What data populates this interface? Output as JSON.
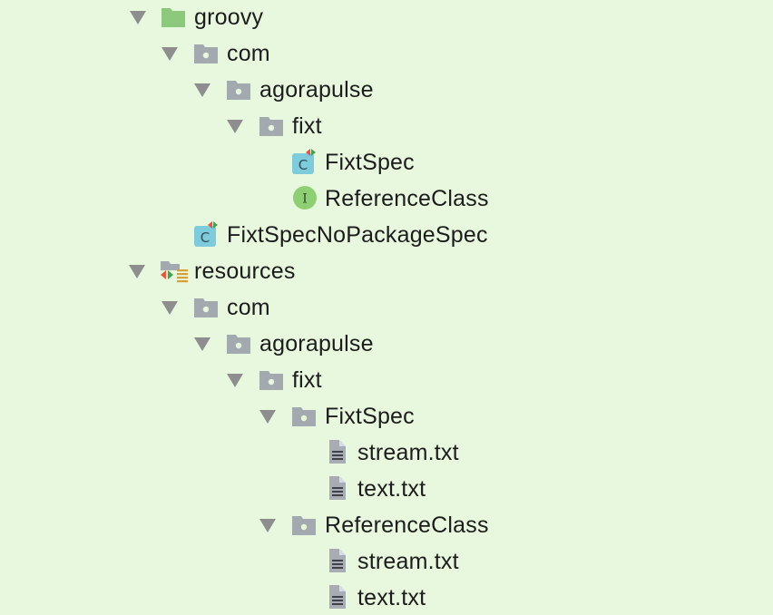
{
  "tree": {
    "groovy": "groovy",
    "com_1": "com",
    "agorapulse_1": "agorapulse",
    "fixt_1": "fixt",
    "fixtspec_class": "FixtSpec",
    "referenceclass_interface": "ReferenceClass",
    "fixtspecnopackagespec_class": "FixtSpecNoPackageSpec",
    "resources": "resources",
    "com_2": "com",
    "agorapulse_2": "agorapulse",
    "fixt_2": "fixt",
    "fixtspec_folder": "FixtSpec",
    "stream_1": "stream.txt",
    "text_1": "text.txt",
    "referenceclass_folder": "ReferenceClass",
    "stream_2": "stream.txt",
    "text_2": "text.txt"
  },
  "icons": {
    "class_letter": "C",
    "interface_letter": "I"
  },
  "colors": {
    "background": "#e8f8df",
    "folder_gray": "#a2aab0",
    "source_folder_green": "#8cc97c",
    "class_badge": "#7ecbdc",
    "interface_badge": "#8ecf73"
  }
}
